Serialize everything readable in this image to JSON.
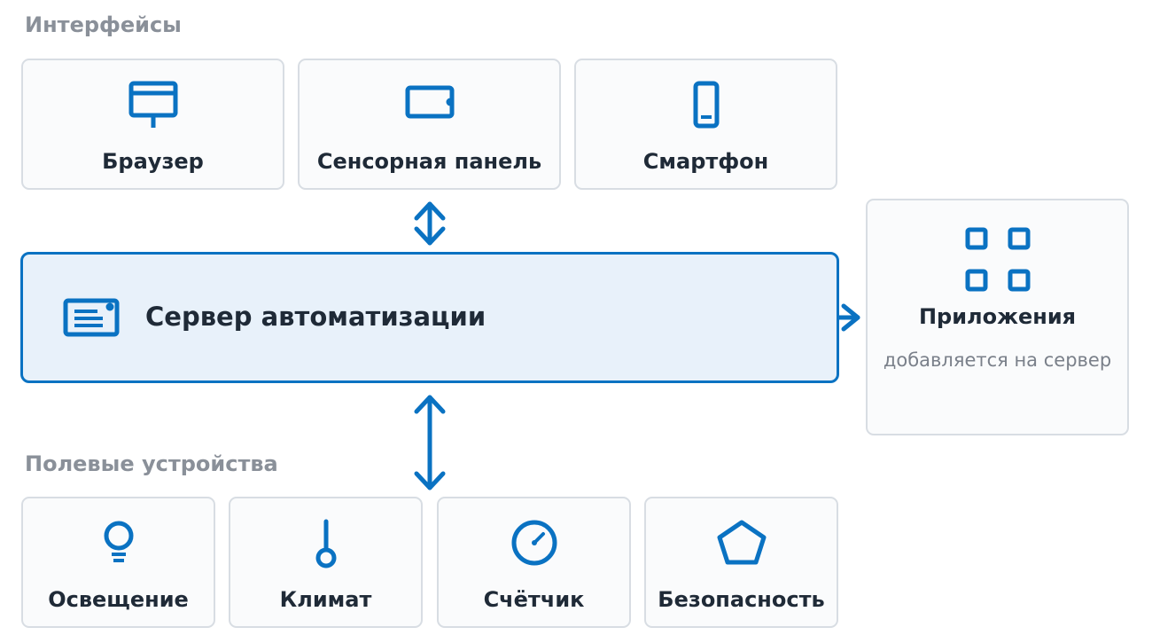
{
  "sections": {
    "interfaces": "Интерфейсы",
    "field_devices": "Полевые устройства"
  },
  "interfaces": [
    {
      "label": "Браузер",
      "icon": "browser-icon"
    },
    {
      "label": "Сенсорная панель",
      "icon": "touch-panel-icon"
    },
    {
      "label": "Смартфон",
      "icon": "smartphone-icon"
    }
  ],
  "server": {
    "label": "Сервер автоматизации",
    "icon": "server-icon"
  },
  "apps": {
    "title": "Приложения",
    "subtitle": "добавляется на сервер",
    "icon": "apps-grid-icon"
  },
  "devices": [
    {
      "label": "Освещение",
      "icon": "lightbulb-icon"
    },
    {
      "label": "Климат",
      "icon": "thermometer-icon"
    },
    {
      "label": "Счётчик",
      "icon": "meter-icon"
    },
    {
      "label": "Безопасность",
      "icon": "pentagon-icon"
    }
  ],
  "colors": {
    "accent": "#0a72c2",
    "card_border": "#d8dde3",
    "server_fill": "#e8f1fa",
    "muted_text": "#8a9099"
  }
}
